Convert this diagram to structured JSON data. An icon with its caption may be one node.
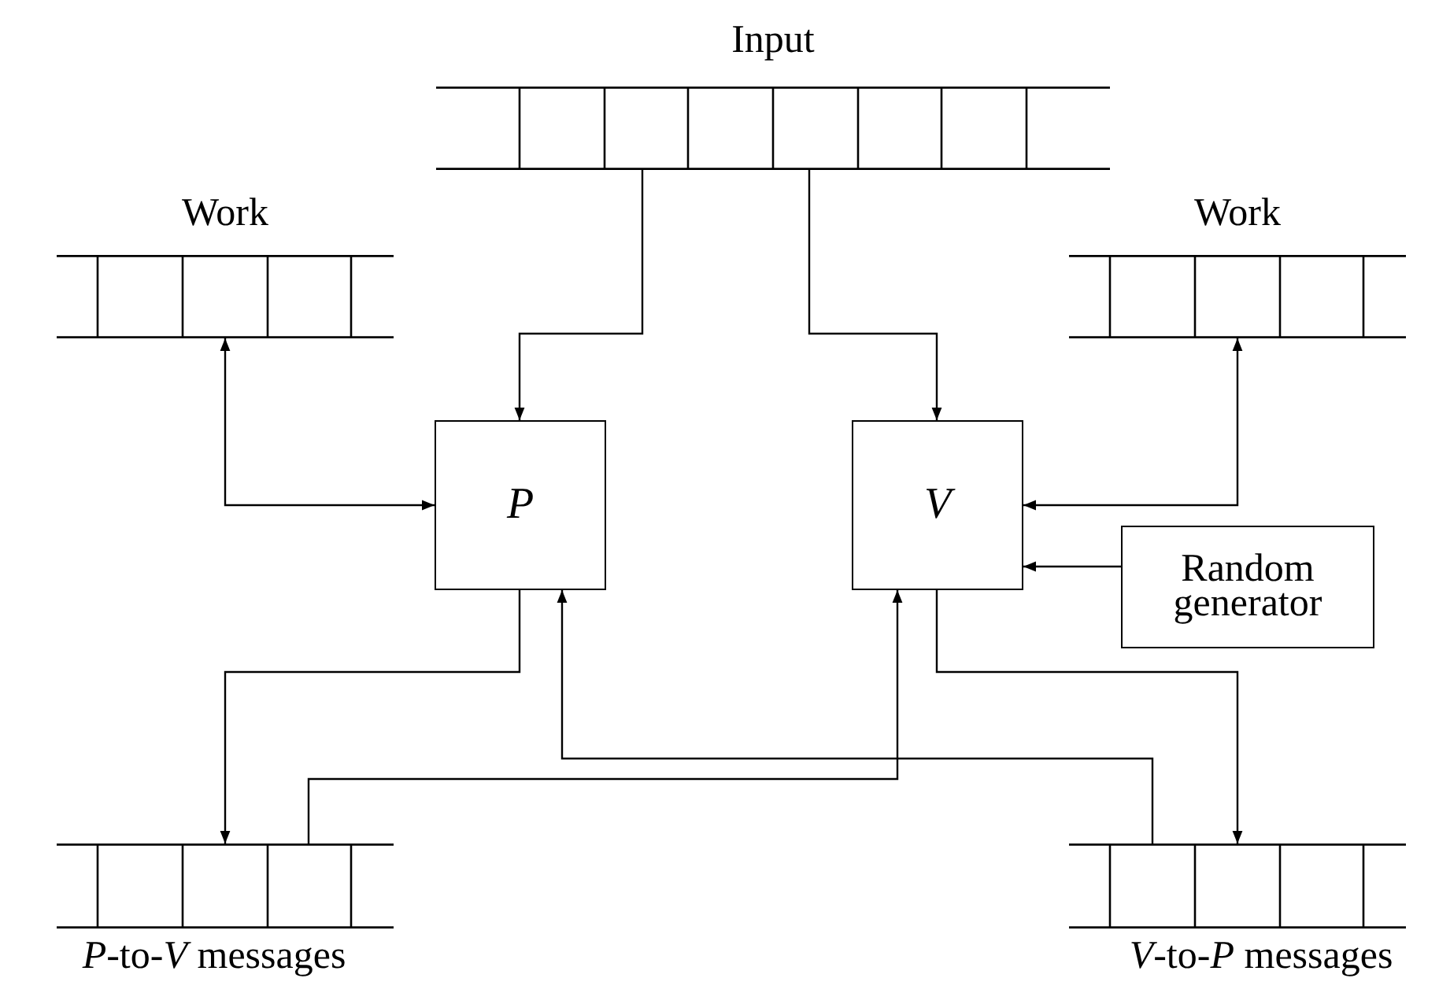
{
  "diagram": {
    "nodes": [
      {
        "text": [
          "Input"
        ]
      },
      {
        "text": [
          "Work"
        ]
      },
      {
        "text": [
          "Work"
        ]
      },
      {
        "text": [
          "P"
        ]
      },
      {
        "text": [
          "V"
        ]
      },
      {
        "text": [
          "Random generator"
        ]
      },
      {
        "text": [
          "*P*-to-*V* messages"
        ]
      },
      {
        "text": [
          "*V*-to-*P* messages"
        ]
      }
    ],
    "edges": [
      {
        "from": 0,
        "to": 3,
        "arrow": "to"
      },
      {
        "from": 0,
        "to": 4,
        "arrow": "to"
      },
      {
        "from": 1,
        "to": 3,
        "arrow": "both"
      },
      {
        "from": 2,
        "to": 4,
        "arrow": "both"
      },
      {
        "from": 5,
        "to": 4,
        "arrow": "to"
      },
      {
        "from": 3,
        "to": 6,
        "arrow": "to"
      },
      {
        "from": 6,
        "to": 4,
        "arrow": "to"
      },
      {
        "from": 4,
        "to": 7,
        "arrow": "to"
      },
      {
        "from": 7,
        "to": 3,
        "arrow": "to"
      }
    ]
  }
}
